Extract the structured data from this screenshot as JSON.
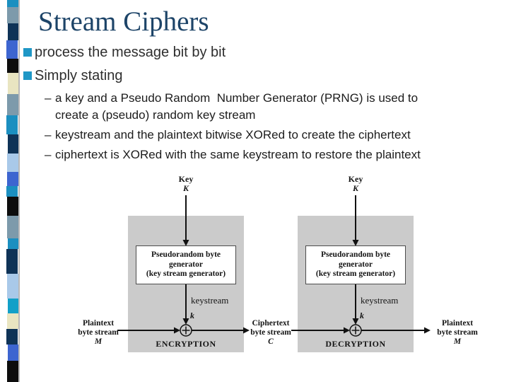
{
  "slide": {
    "title": "Stream Ciphers",
    "bullets": [
      {
        "label": "process the message bit by bit"
      },
      {
        "label": "Simply stating"
      }
    ],
    "sub_bullets": [
      {
        "dash": "–",
        "lines": [
          "a key and a Pseudo Random  Number Generator (PRNG) is used to",
          "create a (pseudo) random key stream"
        ]
      },
      {
        "dash": "–",
        "lines": [
          "keystream and the plaintext bitwise XORed to create the ciphertext"
        ]
      },
      {
        "dash": "–",
        "lines": [
          "ciphertext is XORed with the same keystream to restore the plaintext"
        ]
      }
    ]
  },
  "diagram": {
    "key": {
      "label": "Key",
      "var": "K"
    },
    "generator_box": {
      "line1": "Pseudorandom byte",
      "line2": "generator",
      "line3": "(key stream generator)"
    },
    "keystream": {
      "label": "keystream",
      "var": "k"
    },
    "encryption_caption": "ENCRYPTION",
    "decryption_caption": "DECRYPTION",
    "plaintext_in": {
      "line1": "Plaintext",
      "line2": "byte stream",
      "var": "M"
    },
    "ciphertext": {
      "line1": "Ciphertext",
      "line2": "byte stream",
      "var": "C"
    },
    "plaintext_out": {
      "line1": "Plaintext",
      "line2": "byte stream",
      "var": "M"
    },
    "xor_symbol": "⊕"
  },
  "colors": {
    "title_text": "#1d4468",
    "bullet_square": "#1f97c6",
    "body_text": "#2e2e2e",
    "panel_gray": "#cbcbcb",
    "arrow_black": "#111111"
  },
  "decor_strip": {
    "blocks": [
      {
        "color": "#1b8fc0",
        "h": 10
      },
      {
        "color": "#7d9aab",
        "h": 23
      },
      {
        "color": "#0f3357",
        "h": 24
      },
      {
        "color": "#3d65d0",
        "h": 26
      },
      {
        "color": "#0d0d0d",
        "h": 20
      },
      {
        "color": "#e9e5c1",
        "h": 30
      },
      {
        "color": "#7d9aab",
        "h": 30
      },
      {
        "color": "#1b8fc0",
        "h": 27
      },
      {
        "color": "#0f3357",
        "h": 27
      },
      {
        "color": "#a9c9e9",
        "h": 26
      },
      {
        "color": "#3d65d0",
        "h": 20
      },
      {
        "color": "#1b8fc0",
        "h": 15
      },
      {
        "color": "#0d0d0d",
        "h": 27
      },
      {
        "color": "#7d9aab",
        "h": 32
      },
      {
        "color": "#1b8fc0",
        "h": 15
      },
      {
        "color": "#0f3357",
        "h": 35
      },
      {
        "color": "#a9c9e9",
        "h": 35
      },
      {
        "color": "#12a0c8",
        "h": 21
      },
      {
        "color": "#e9e5c1",
        "h": 22
      },
      {
        "color": "#0f3357",
        "h": 22
      },
      {
        "color": "#3d65d0",
        "h": 23
      },
      {
        "color": "#0d0d0d",
        "h": 30
      }
    ]
  }
}
